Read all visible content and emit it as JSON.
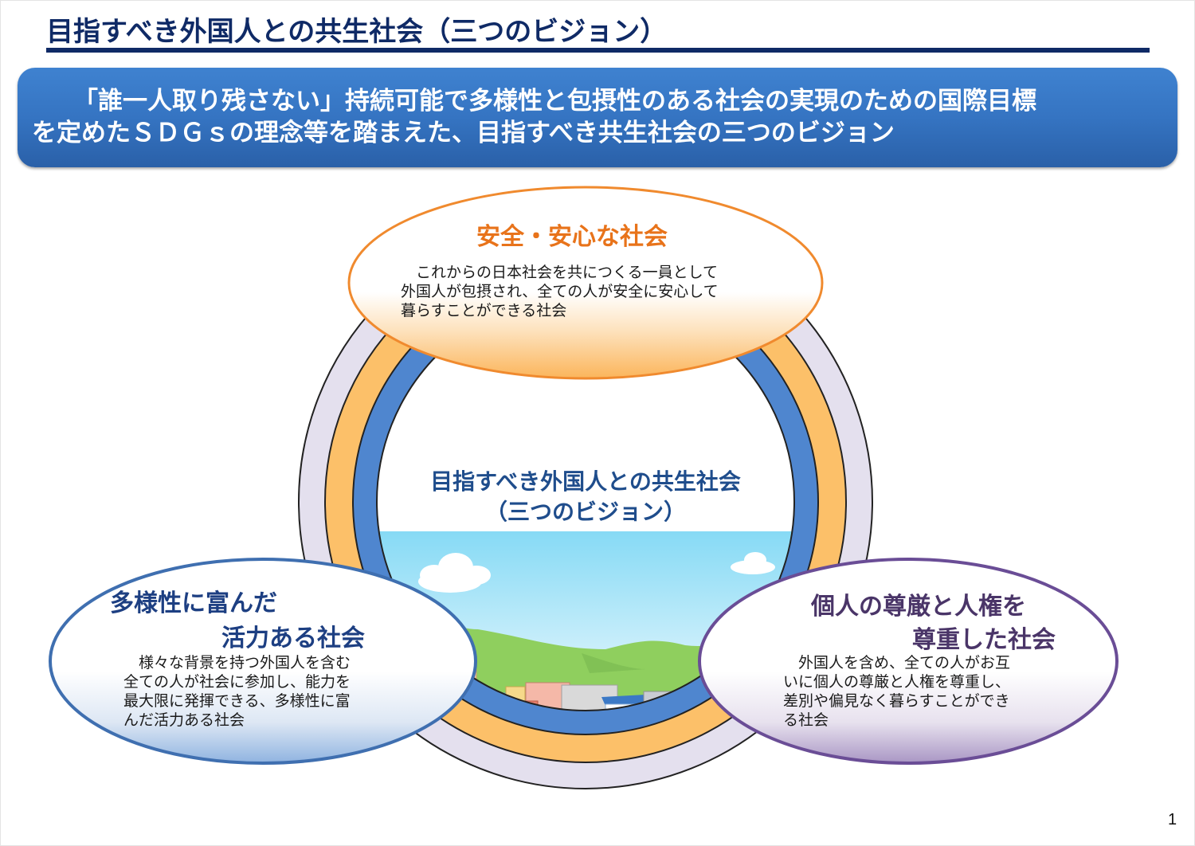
{
  "page": {
    "title": "目指すべき外国人との共生社会（三つのビジョン）",
    "page_number": "1"
  },
  "banner": {
    "line1": "「誰一人取り残さない」持続可能で多様性と包摂性のある社会の実現のための国際目標",
    "line2": "を定めたＳＤＧｓの理念等を踏まえた、目指すべき共生社会の三つのビジョン"
  },
  "center": {
    "title_line1": "目指すべき外国人との共生社会",
    "title_line2": "（三つのビジョン）",
    "illustration": "city-landscape-illustration"
  },
  "visions": [
    {
      "id": "safe",
      "heading_lines": [
        "安全・安心な社会"
      ],
      "body_lines": [
        "　これからの日本社会を共につくる一員として",
        "外国人が包摂され、全ての人が安全に安心して",
        "暮らすことができる社会"
      ],
      "color": "#e8731a"
    },
    {
      "id": "diverse",
      "heading_lines": [
        "多様性に富んだ",
        "活力ある社会"
      ],
      "body_lines": [
        "　様々な背景を持つ外国人を含む",
        "全ての人が社会に参加し、能力を",
        "最大限に発揮できる、多様性に富",
        "んだ活力ある社会"
      ],
      "color": "#1d3f82"
    },
    {
      "id": "dignity",
      "heading_lines": [
        "個人の尊厳と人権を",
        "尊重した社会"
      ],
      "body_lines": [
        "　外国人を含め、全ての人がお互",
        "いに個人の尊厳と人権を尊重し、",
        "差別や偏見なく暮らすことができ",
        "る社会"
      ],
      "color": "#4a3568"
    }
  ],
  "rings": {
    "outer_color": "#e4e0ee",
    "middle_color": "#fcc069",
    "inner_color": "#4f86cf"
  }
}
